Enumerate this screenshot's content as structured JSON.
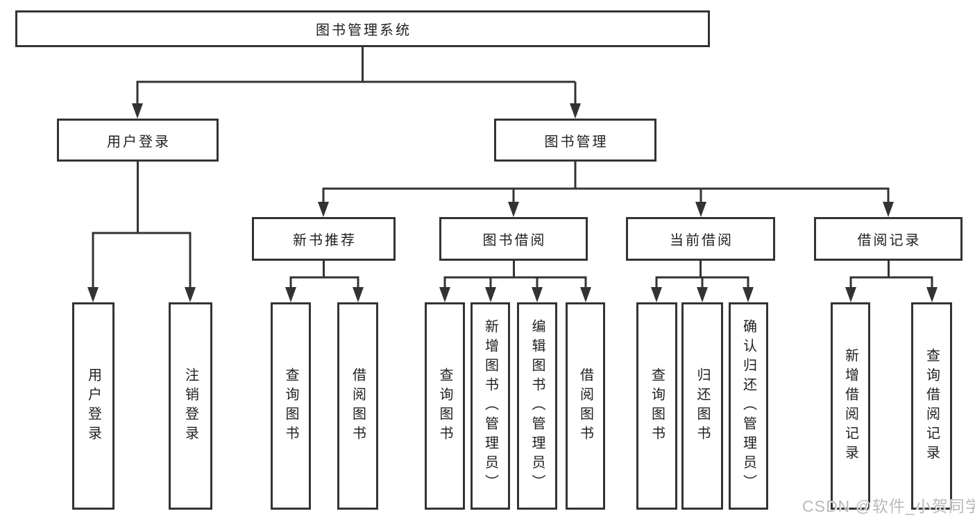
{
  "tree": {
    "root": {
      "label": "图书管理系统"
    },
    "user_login": {
      "label": "用户登录",
      "children": [
        {
          "label": "用户登录"
        },
        {
          "label": "注销登录"
        }
      ]
    },
    "book_management": {
      "label": "图书管理",
      "sections": [
        {
          "label": "新书推荐",
          "children": [
            {
              "label": "查询图书"
            },
            {
              "label": "借阅图书"
            }
          ]
        },
        {
          "label": "图书借阅",
          "children": [
            {
              "label": "查询图书"
            },
            {
              "label": "新增图书（管理员）"
            },
            {
              "label": "编辑图书（管理员）"
            },
            {
              "label": "借阅图书"
            }
          ]
        },
        {
          "label": "当前借阅",
          "children": [
            {
              "label": "查询图书"
            },
            {
              "label": "归还图书"
            },
            {
              "label": "确认归还（管理员）"
            }
          ]
        },
        {
          "label": "借阅记录",
          "children": [
            {
              "label": "新增借阅记录"
            },
            {
              "label": "查询借阅记录"
            }
          ]
        }
      ]
    }
  },
  "watermark": "CSDN @软件_小贺同学",
  "colors": {
    "line": "#333333",
    "text": "#1f1f1f",
    "watermark": "#b9b9b9",
    "background": "#ffffff"
  }
}
